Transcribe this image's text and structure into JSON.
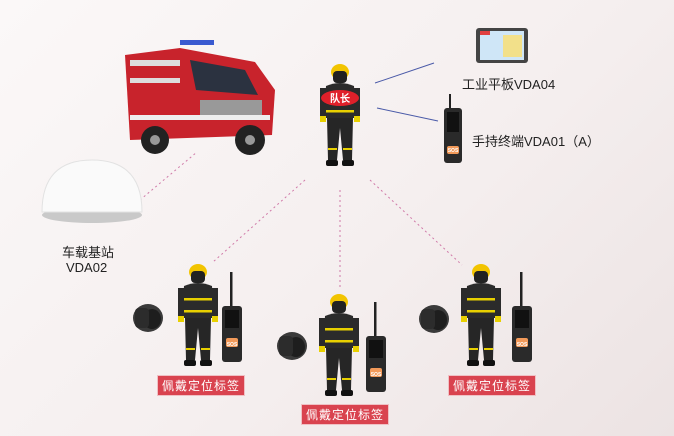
{
  "vehicle_base": {
    "name": "车载基站",
    "model": "VDA02"
  },
  "tablet": {
    "label": "工业平板VDA04"
  },
  "handheld": {
    "label": "手持终端VDA01（A）"
  },
  "captain": {
    "badge": "队长"
  },
  "tags": [
    {
      "label": "佩戴定位标签"
    },
    {
      "label": "佩戴定位标签"
    },
    {
      "label": "佩戴定位标签"
    }
  ],
  "device_button": "SOS",
  "colors": {
    "accent": "#d9434f",
    "link_blue": "#4a5aa8",
    "link_pink": "#d07aa8",
    "helmet": "#f2c400",
    "truck": "#c8232c"
  }
}
